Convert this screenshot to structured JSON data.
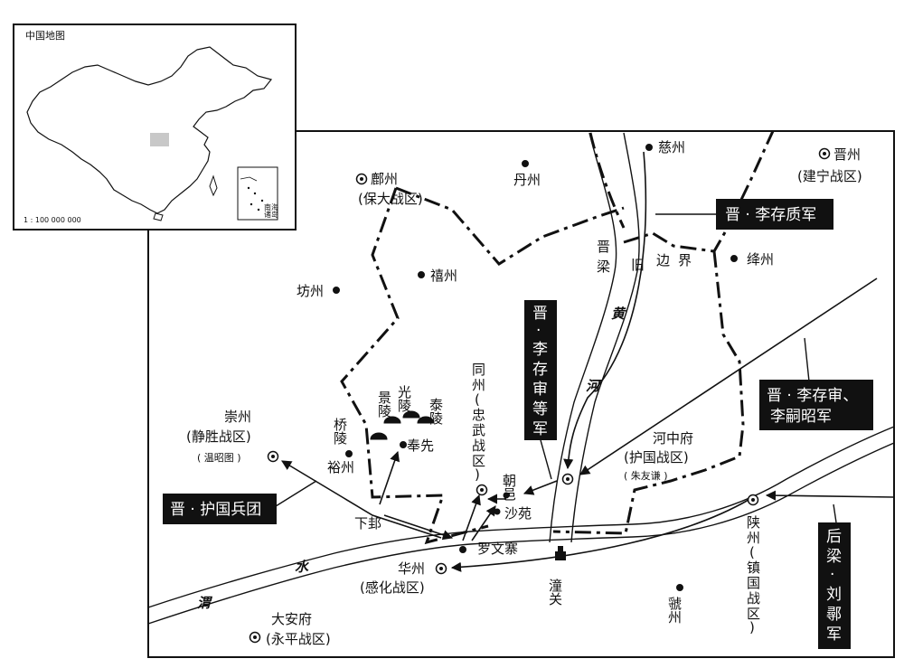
{
  "inset": {
    "title": "中国地图",
    "scale": "1 : 100 000 000",
    "south_sea": [
      "南海",
      "诸岛"
    ]
  },
  "places": {
    "cizhou": "慈州",
    "jinzhou": "晋州",
    "jinzhou_sub": "(建宁战区)",
    "fuzhou": "鄜州",
    "fuzhou_sub": "(保大战区)",
    "danzhou": "丹州",
    "jiangzhou": "绛州",
    "fangzhou": "坊州",
    "xizhou": "禧州",
    "guangling": "光陵",
    "jingling": "景陵",
    "tailing": "泰陵",
    "qiaoling": "桥陵",
    "fengxian": "奉先",
    "yuzhou": "裕州",
    "chongzhou": "崇州",
    "chongzhou_sub": "(静胜战区)",
    "chongzhou_sub2": "( 温昭图 )",
    "tongzhou_chars": [
      "同",
      "州",
      "(",
      "忠",
      "武",
      "战",
      "区",
      ")"
    ],
    "chaoyi": "朝邑",
    "shayuan": "沙苑",
    "xiagui": "下邽",
    "luowenzhai": "罗文寨",
    "huazhou": "华州",
    "huazhou_sub": "(感化战区)",
    "tongguan": "潼关",
    "hezhongfu": "河中府",
    "hezhongfu_sub": "(护国战区)",
    "hezhongfu_sub2": "( 朱友谦 )",
    "shanzhou_chars": [
      "陕",
      "州",
      "(",
      "镇",
      "国",
      "战",
      "区",
      ")"
    ],
    "guozhou": "虢州",
    "daanfu": "大安府",
    "daanfu_sub": "(永平战区)"
  },
  "features": {
    "yellow_river_chars": [
      "黄",
      "河"
    ],
    "wei_river_chars": [
      "渭",
      "水"
    ],
    "border_chars": [
      "晋",
      "梁",
      "旧",
      "边",
      "界"
    ]
  },
  "armies": {
    "jin_cunzhi": "晋 · 李存质军",
    "jin_cunshen_chars": [
      "晋",
      "·",
      "李",
      "存",
      "审",
      "等",
      "军"
    ],
    "jin_cunshen_sizhao_line1": "晋 · 李存审、",
    "jin_cunshen_sizhao_line2": "李嗣昭军",
    "jin_huguo": "晋 · 护国兵团",
    "liang_liuxun_chars": [
      "后",
      "梁",
      "·",
      "刘",
      "鄩",
      "军"
    ]
  },
  "colors": {
    "ink": "#111111",
    "label_box": "#111111",
    "label_text": "#ffffff",
    "highlight": "#c8c8c8"
  }
}
